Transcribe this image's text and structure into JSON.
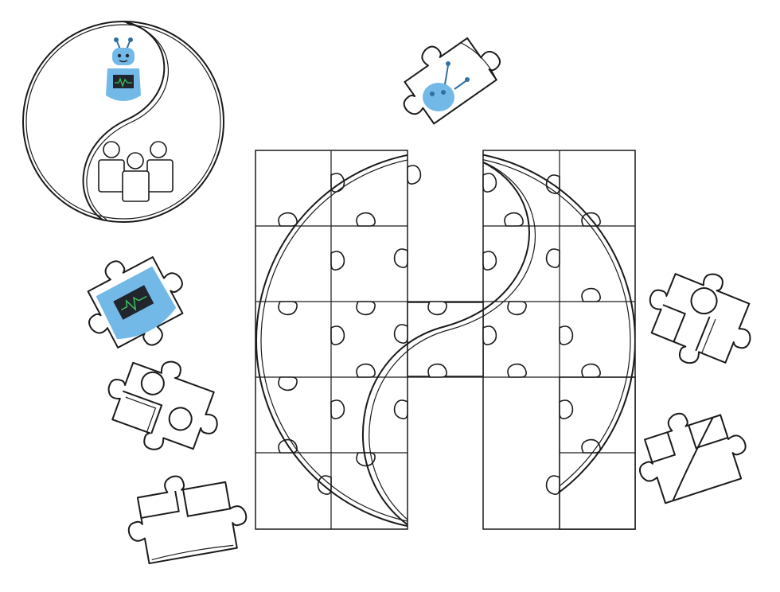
{
  "scene": {
    "subject": "",
    "colors": {
      "outline": "#1a1a1a",
      "robot_blue": "#72b9e8",
      "robot_dark": "#2f6fa3",
      "screen": "#20262b",
      "waveform": "#3fbf5f",
      "background": "#ffffff"
    },
    "grid": {
      "columns": 5,
      "rows": 5,
      "missing_cells": [
        "c2r0",
        "c2r1",
        "c2r3",
        "c2r4",
        "c3r3",
        "c3r4"
      ]
    },
    "icons": [
      "yin-yang-icon",
      "robot-icon",
      "people-group-icon",
      "puzzle-piece-icon"
    ]
  }
}
